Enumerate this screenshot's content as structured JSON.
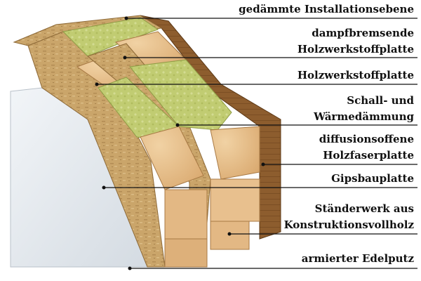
{
  "labels": {
    "installation_layer": [
      "gedämmte Installationsebene"
    ],
    "vapor_retarder_board": [
      "dampfbremsende",
      "Holzwerkstoffplatte"
    ],
    "wood_board": [
      "Holzwerkstoffplatte"
    ],
    "insulation": [
      "Schall- und",
      "Wärmedämmung"
    ],
    "fiberboard": [
      "diffusionsoffene",
      "Holzfaserplatte"
    ],
    "gypsum_board": [
      "Gipsbauplatte"
    ],
    "timber_frame": [
      "Ständerwerk aus",
      "Konstruktionsvollholz"
    ],
    "render": [
      "armierter Edelputz"
    ]
  },
  "colors": {
    "osb": "#c9a468",
    "osb_dark": "#a9824a",
    "insulation": "#bcc86a",
    "timber": "#e3b884",
    "timber_end": "#eecb98",
    "fiberboard": "#8a5a2b",
    "gypsum": "#e4e9ee",
    "leader_line": "#111111",
    "text": "#111111"
  }
}
